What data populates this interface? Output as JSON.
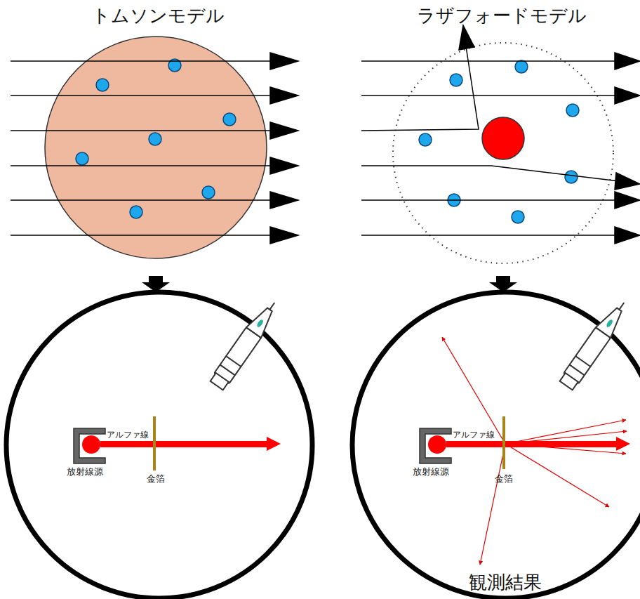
{
  "diagram": {
    "labels": [
      "トムソンモデル",
      "ラザフォードモデル",
      "アルファ線",
      "放射線源",
      "金箔",
      "アルファ線",
      "放射線源",
      "金箔",
      "観測結果"
    ]
  }
}
